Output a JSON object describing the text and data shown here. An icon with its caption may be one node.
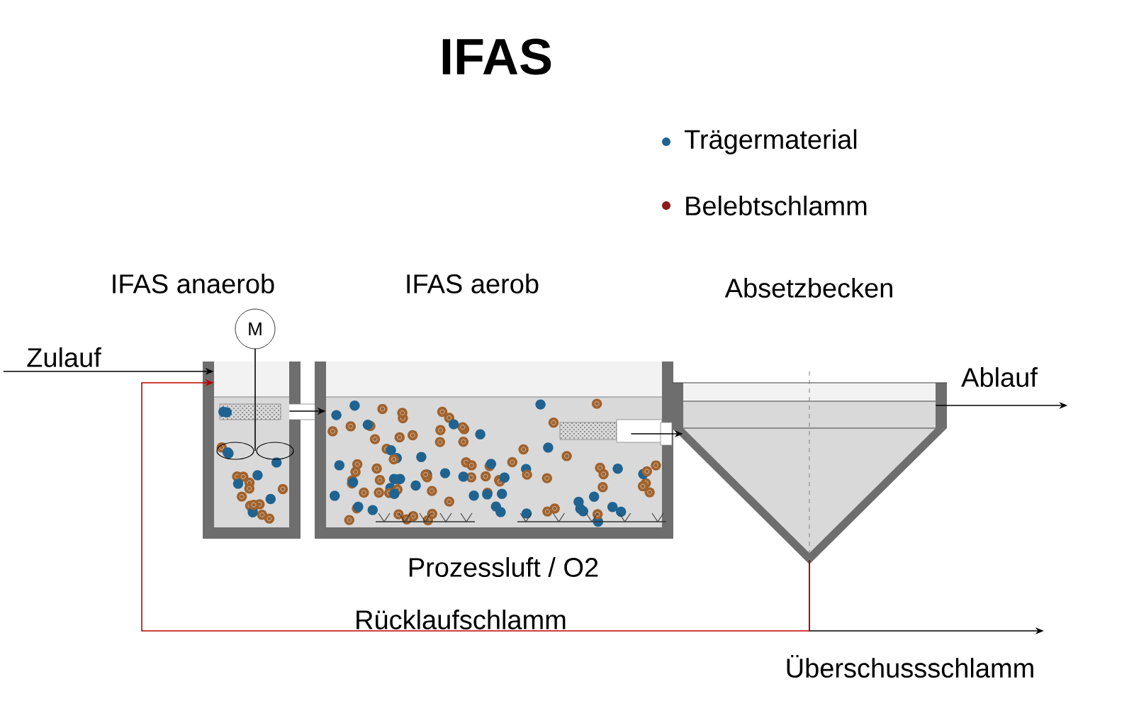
{
  "diagram": {
    "title": "IFAS",
    "nodes": [
      {
        "text": [
          "IFAS anaerob"
        ]
      },
      {
        "text": [
          "IFAS aerob"
        ],
        "beside": [
          "Prozessluft / O2"
        ]
      },
      {
        "text": [
          "Absetzbecken"
        ]
      },
      {
        "text": [
          "M"
        ]
      },
      {
        "text": [
          "Zulauf"
        ]
      },
      {
        "text": [
          "Ablauf"
        ]
      },
      {
        "text": [
          "Überschussschlamm"
        ]
      }
    ],
    "edges": [
      {
        "from": 4,
        "to": 0,
        "arrow": "to"
      },
      {
        "from": 2,
        "to": 0,
        "arrow": "to",
        "label": "Rücklaufschlamm",
        "color": "#c00000"
      },
      {
        "from": 0,
        "to": 1,
        "arrow": "to"
      },
      {
        "from": 1,
        "to": 2,
        "arrow": "to"
      },
      {
        "from": 2,
        "to": 5,
        "arrow": "to"
      },
      {
        "from": 2,
        "to": 6,
        "arrow": "to"
      }
    ],
    "legend": [
      {
        "text": "Trägermaterial",
        "color": "#1f6391"
      },
      {
        "text": "Belebtschlamm",
        "color": "#8b1a1a"
      }
    ]
  }
}
